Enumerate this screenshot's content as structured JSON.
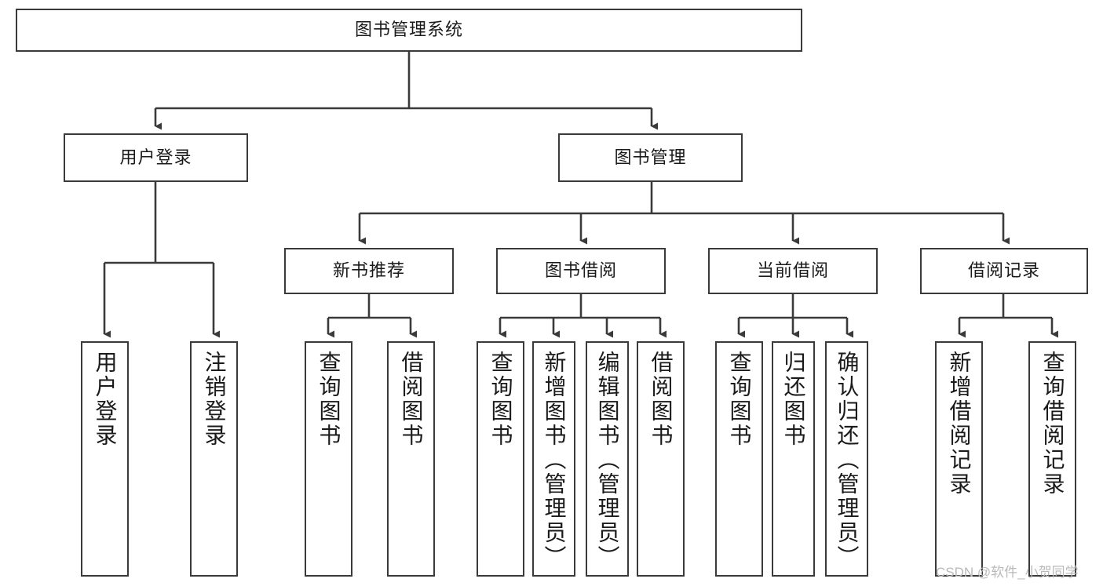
{
  "diagram": {
    "type": "tree-hierarchy",
    "title": "图书管理系统",
    "watermark": "CSDN @软件_小贺同学",
    "style": {
      "border_color": "#3a3a3a",
      "fill_color": "#ffffff",
      "text_color": "#1a1a1a",
      "watermark_color": "#b9b9b9",
      "background": "#ffffff"
    },
    "nodes": {
      "root": {
        "label": "图书管理系统"
      },
      "level2": [
        {
          "id": "user_login",
          "label": "用户登录"
        },
        {
          "id": "book_manage",
          "label": "图书管理"
        }
      ],
      "level3": [
        {
          "id": "new_book_rec",
          "label": "新书推荐"
        },
        {
          "id": "book_borrow",
          "label": "图书借阅"
        },
        {
          "id": "current_borrow",
          "label": "当前借阅"
        },
        {
          "id": "borrow_record",
          "label": "借阅记录"
        }
      ],
      "leaves": {
        "user_login": [
          {
            "id": "leaf_user_login",
            "label": "用户登录"
          },
          {
            "id": "leaf_logout",
            "label": "注销登录"
          }
        ],
        "new_book_rec": [
          {
            "id": "leaf_query_book_1",
            "label": "查询图书"
          },
          {
            "id": "leaf_borrow_book_1",
            "label": "借阅图书"
          }
        ],
        "book_borrow": [
          {
            "id": "leaf_query_book_2",
            "label": "查询图书"
          },
          {
            "id": "leaf_add_book",
            "label": "新增图书（管理员）"
          },
          {
            "id": "leaf_edit_book",
            "label": "编辑图书（管理员）"
          },
          {
            "id": "leaf_borrow_book_2",
            "label": "借阅图书"
          }
        ],
        "current_borrow": [
          {
            "id": "leaf_query_book_3",
            "label": "查询图书"
          },
          {
            "id": "leaf_return_book",
            "label": "归还图书"
          },
          {
            "id": "leaf_confirm_return",
            "label": "确认归还（管理员）"
          }
        ],
        "borrow_record": [
          {
            "id": "leaf_add_record",
            "label": "新增借阅记录"
          },
          {
            "id": "leaf_query_record",
            "label": "查询借阅记录"
          }
        ]
      }
    },
    "edges": [
      {
        "from": "图书管理系统",
        "to": "用户登录"
      },
      {
        "from": "图书管理系统",
        "to": "图书管理"
      },
      {
        "from": "图书管理",
        "to": "新书推荐"
      },
      {
        "from": "图书管理",
        "to": "图书借阅"
      },
      {
        "from": "图书管理",
        "to": "当前借阅"
      },
      {
        "from": "图书管理",
        "to": "借阅记录"
      },
      {
        "from": "用户登录",
        "to": "用户登录"
      },
      {
        "from": "用户登录",
        "to": "注销登录"
      },
      {
        "from": "新书推荐",
        "to": "查询图书"
      },
      {
        "from": "新书推荐",
        "to": "借阅图书"
      },
      {
        "from": "图书借阅",
        "to": "查询图书"
      },
      {
        "from": "图书借阅",
        "to": "新增图书（管理员）"
      },
      {
        "from": "图书借阅",
        "to": "编辑图书（管理员）"
      },
      {
        "from": "图书借阅",
        "to": "借阅图书"
      },
      {
        "from": "当前借阅",
        "to": "查询图书"
      },
      {
        "from": "当前借阅",
        "to": "归还图书"
      },
      {
        "from": "当前借阅",
        "to": "确认归还（管理员）"
      },
      {
        "from": "借阅记录",
        "to": "新增借阅记录"
      },
      {
        "from": "借阅记录",
        "to": "查询借阅记录"
      }
    ]
  }
}
